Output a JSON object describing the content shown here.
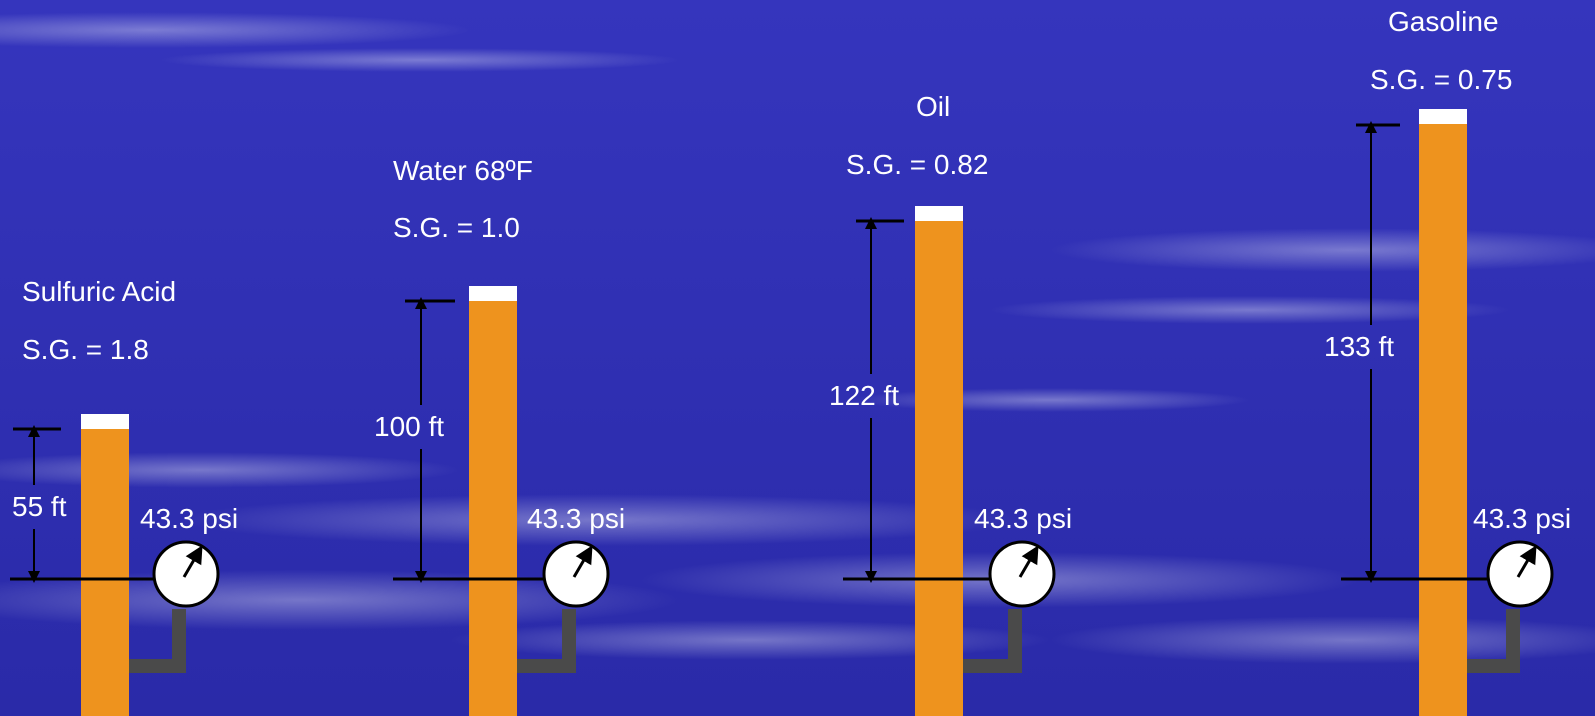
{
  "columns": [
    {
      "name": "Sulfuric Acid",
      "sg": "S.G. = 1.8",
      "height_label": "55 ft",
      "pressure": "43.3 psi"
    },
    {
      "name": "Water 68ºF",
      "sg": "S.G. = 1.0",
      "height_label": "100 ft",
      "pressure": "43.3 psi"
    },
    {
      "name": "Oil",
      "sg": "S.G. = 0.82",
      "height_label": "122 ft",
      "pressure": "43.3 psi"
    },
    {
      "name": "Gasoline",
      "sg": "S.G. = 0.75",
      "height_label": "133 ft",
      "pressure": "43.3 psi"
    }
  ],
  "colors": {
    "background": "#2f2fb5",
    "column_fill": "#ee931e",
    "column_cap": "#ffffff",
    "pipe": "#4a4a4a",
    "dimension_line": "#000000",
    "gauge_face": "#ffffff"
  },
  "icons": [
    "pressure-gauge-icon",
    "arrow-up-icon",
    "arrow-down-icon"
  ]
}
